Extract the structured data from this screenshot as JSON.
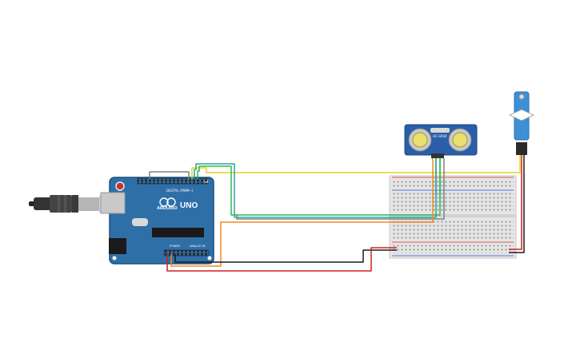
{
  "arduino": {
    "brand": "ARDUINO",
    "model": "UNO",
    "digital_header": "DIGITAL (PWM~)",
    "power_header": "POWER",
    "analog_header": "ANALOG IN"
  },
  "sensor": {
    "model": "HC-SR04"
  },
  "colors": {
    "board": "#2f6fa8",
    "board_edge": "#1f4f7d",
    "sensor": "#2b5ea8",
    "servo": "#3d8fd6",
    "breadboard": "#e6e6e6",
    "wire_yellow": "#e5d21a",
    "wire_green": "#2eb84f",
    "wire_teal": "#2aa4a8",
    "wire_gray": "#7b8285",
    "wire_orange": "#f08a1c",
    "wire_black": "#1b1b1b",
    "wire_red": "#d11f1f"
  }
}
